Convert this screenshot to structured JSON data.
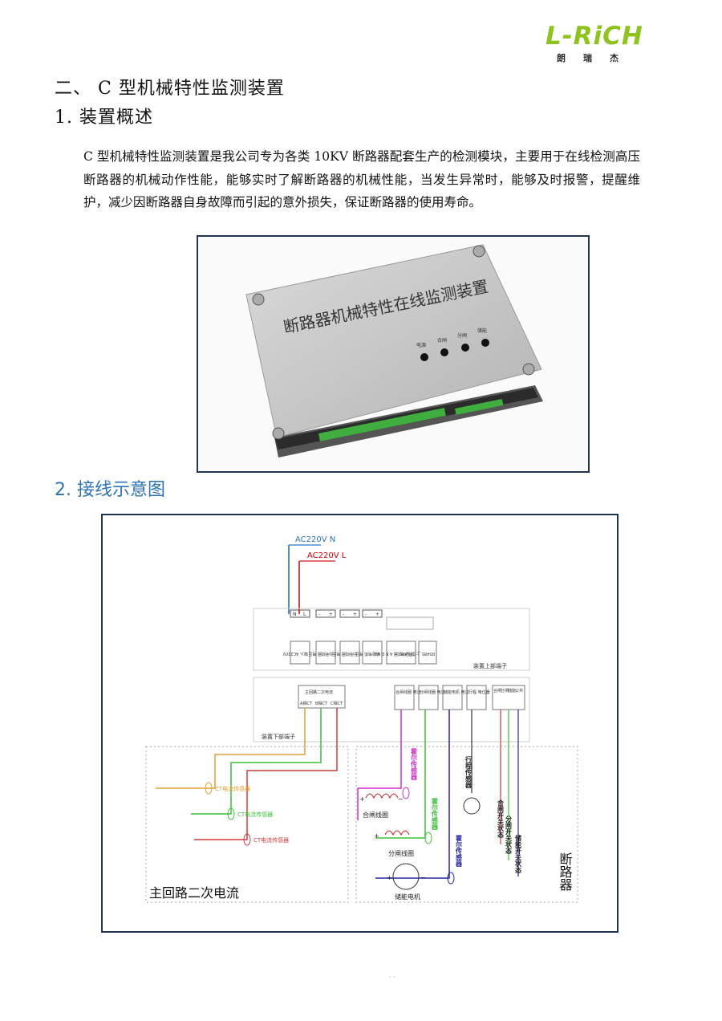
{
  "logo": {
    "word": "L-RiCH",
    "chinese": "朗瑞杰"
  },
  "section_heading": "二、  C 型机械特性监测装置",
  "subheading_1": "1. 装置概述",
  "overview_text": "C 型机械特性监测装置是我公司专为各类 10KV 断路器配套生产的检测模块，主要用于在线检测高压断路器的机械动作性能，能够实时了解断路器的机械性能，当发生异常时，能够及时报警，提醒维护，减少因断路器自身故障而引起的意外损失，保证断路器的使用寿命。",
  "photo": {
    "device_label": "断路器机械特性在线监测装置",
    "leds": [
      "电源",
      "合闸",
      "分闸",
      "储能"
    ]
  },
  "subheading_2": "2. 接线示意图",
  "diagram": {
    "wire_n": "AC220V N",
    "wire_l": "AC220V L",
    "top_box_label": "装置上部端子",
    "bottom_box_label": "装置下部端子",
    "top_terminals": [
      "N",
      "L",
      "-",
      "+",
      "-",
      "+",
      "-",
      "+"
    ],
    "top_labels": [
      "输入 AC220V",
      "合闸线圈 电压",
      "分闸线圈 电压",
      "储能电机 电压",
      "行程传感器 A B G V+",
      "RS485 上位机 A B"
    ],
    "main_current_label": "主回路二次电流",
    "ct_terminals": [
      "A相CT",
      "B相CT",
      "C相CT"
    ],
    "coil_current_labels": [
      "合闸线圈 电流",
      "分闸线圈 电流",
      "储能电机 电流"
    ],
    "stroke_label": "行程 电位器",
    "status_labels": [
      "合闸",
      "分闸",
      "储能",
      "公共"
    ],
    "ct_sensor": "CT电流传感器",
    "hall_sensor": "霍尔传感器",
    "stroke_sensor": "行程传感器",
    "close_coil": "合闸线圈",
    "open_coil": "分闸线圈",
    "motor": "储能电机",
    "close_state": "合闸开关状态",
    "open_state": "分闸开关状态",
    "store_state": "储能开关状态",
    "main_circuit_title": "主回路二次电流",
    "breaker_title": "断路器",
    "plus": "+",
    "minus": "−"
  },
  "footer_dots": ". ."
}
